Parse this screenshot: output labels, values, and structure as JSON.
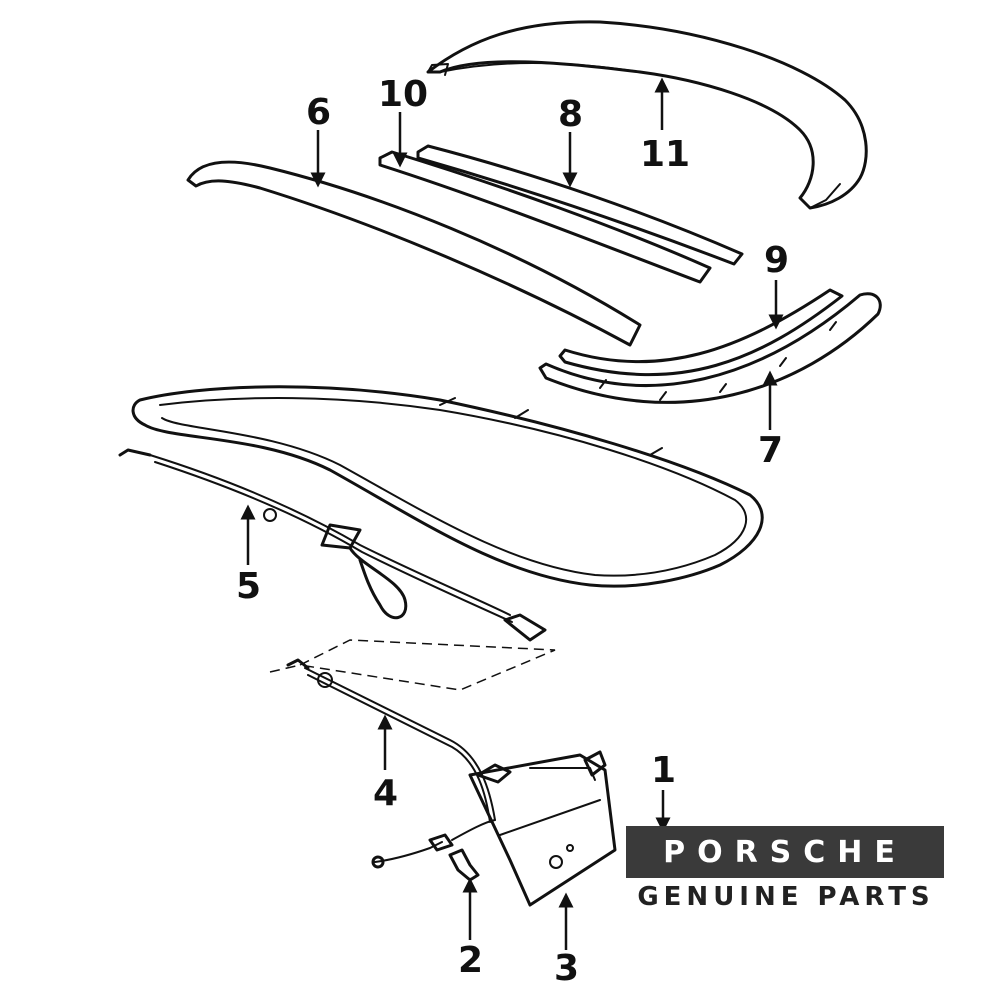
{
  "callouts": {
    "c1": "1",
    "c2": "2",
    "c3": "3",
    "c4": "4",
    "c5": "5",
    "c6": "6",
    "c7": "7",
    "c8": "8",
    "c9": "9",
    "c10": "10",
    "c11": "11"
  },
  "brand": {
    "logo_text": "PORSCHE",
    "tagline": "GENUINE PARTS"
  }
}
